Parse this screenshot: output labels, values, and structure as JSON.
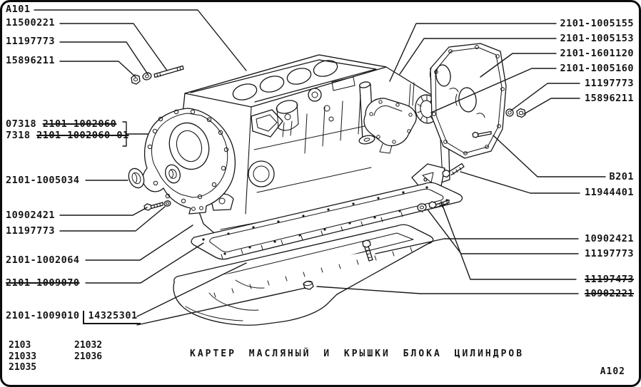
{
  "page": {
    "title": "КАРТЕР МАСЛЯНЫЙ И КРЫШКИ БЛОКА ЦИЛИНДРОВ",
    "figure_ref_bottom": "A102",
    "ink_color": "#141414",
    "background_color": "#ffffff"
  },
  "labels": {
    "left": [
      {
        "text": "A101",
        "struck": false
      },
      {
        "text": "11500221",
        "struck": false
      },
      {
        "text": "11197773",
        "struck": false
      },
      {
        "text": "15896211",
        "struck": false
      },
      {
        "text": "2101-1005034",
        "struck": false
      },
      {
        "text": "10902421",
        "struck": false
      },
      {
        "text": "11197773",
        "struck": false
      },
      {
        "text": "2101-1002064",
        "struck": false
      },
      {
        "text": "2101-1009070",
        "struck": true
      },
      {
        "text": "2101-1009010",
        "struck": false
      }
    ],
    "left_box": "14325301",
    "variant_note": {
      "line1_prefix": "07318",
      "line1_part": "2101-1002060",
      "line1_struck": true,
      "line2_prefix": "7318",
      "line2_part": "2101-1002060-01",
      "line2_struck": true
    },
    "right": [
      {
        "text": "2101-1005155",
        "struck": false
      },
      {
        "text": "2101-1005153",
        "struck": false
      },
      {
        "text": "2101-1601120",
        "struck": false
      },
      {
        "text": "2101-1005160",
        "struck": false
      },
      {
        "text": "11197773",
        "struck": false
      },
      {
        "text": "15896211",
        "struck": false
      },
      {
        "text": "B201",
        "struck": false
      },
      {
        "text": "11944401",
        "struck": false
      },
      {
        "text": "10902421",
        "struck": false
      },
      {
        "text": "11197773",
        "struck": false
      },
      {
        "text": "11197473",
        "struck": true
      },
      {
        "text": "10902221",
        "struck": true
      }
    ]
  },
  "models": {
    "col1": [
      "2103",
      "21033",
      "21035"
    ],
    "col2": [
      "21032",
      "21036"
    ]
  }
}
